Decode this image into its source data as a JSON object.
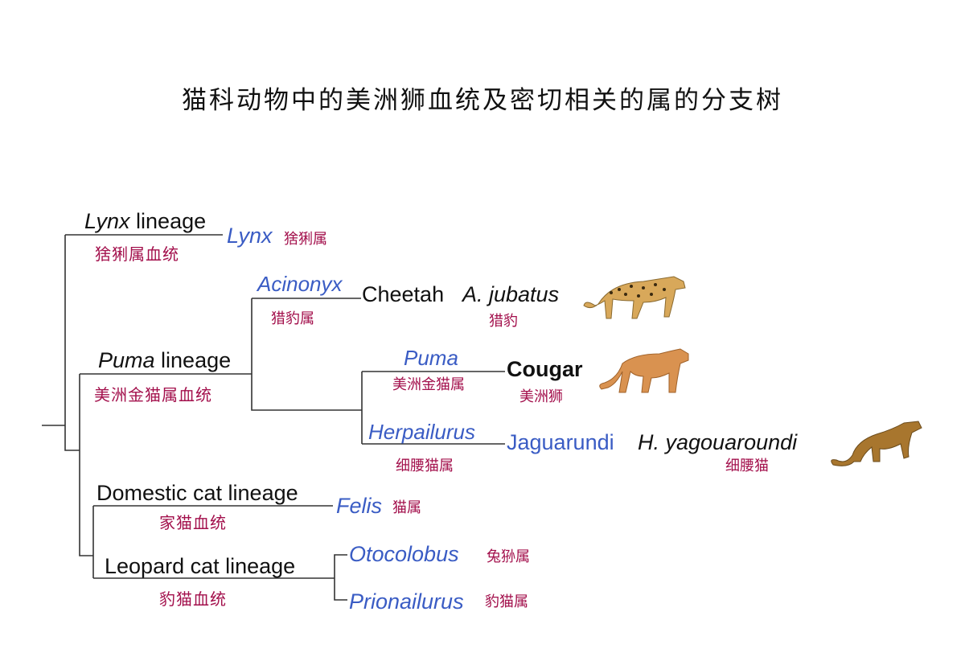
{
  "title": "猫科动物中的美洲狮血统及密切相关的属的分支树",
  "colors": {
    "genus": "#3a5cc4",
    "chinese": "#a3104c",
    "line": "#333333"
  },
  "lineages": [
    {
      "name_italic": "Lynx",
      "name_rest": " lineage",
      "chinese": "猞猁属血统"
    },
    {
      "name_italic": "Puma",
      "name_rest": " lineage",
      "chinese": "美洲金猫属血统"
    },
    {
      "name_italic": "",
      "name_rest": "Domestic cat lineage",
      "chinese": "家猫血统"
    },
    {
      "name_italic": "",
      "name_rest": "Leopard cat lineage",
      "chinese": "豹猫血统"
    }
  ],
  "genera": [
    {
      "name": "Lynx",
      "chinese": "猞猁属"
    },
    {
      "name": "Acinonyx",
      "chinese": "猎豹属"
    },
    {
      "name": "Puma",
      "chinese": "美洲金猫属"
    },
    {
      "name": "Herpailurus",
      "chinese": "细腰猫属"
    },
    {
      "name": "Felis",
      "chinese": "猫属"
    },
    {
      "name": "Otocolobus",
      "chinese": "兔狲属"
    },
    {
      "name": "Prionailurus",
      "chinese": "豹猫属"
    }
  ],
  "species": [
    {
      "common": "Cheetah",
      "scientific": "A. jubatus",
      "chinese": "猎豹",
      "image": "cheetah-illustration"
    },
    {
      "common": "Cougar",
      "scientific": "",
      "chinese": "美洲狮",
      "image": "cougar-illustration"
    },
    {
      "common": "Jaguarundi",
      "scientific": "H. yagouaroundi",
      "chinese": "细腰猫",
      "image": "jaguarundi-illustration"
    }
  ]
}
